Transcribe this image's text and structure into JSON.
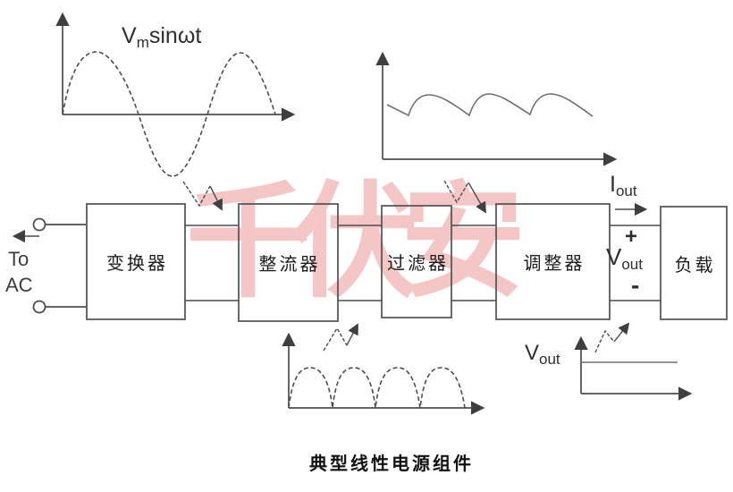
{
  "caption": "典型线性电源组件",
  "watermark": {
    "text": "千伏安",
    "color": "#f4c6c6"
  },
  "ac_source": {
    "line1": "To",
    "line2": "AC"
  },
  "blocks": [
    {
      "label": "变换器"
    },
    {
      "label": "整流器"
    },
    {
      "label": "过滤器"
    },
    {
      "label": "调整器"
    },
    {
      "label": "负载"
    }
  ],
  "waveform_labels": {
    "input_sine": {
      "base": "V",
      "sub": "m",
      "rest": "sinωt"
    },
    "output_voltage_graph": {
      "base": "V",
      "sub": "out"
    }
  },
  "output_terminals": {
    "current": {
      "base": "I",
      "sub": "out"
    },
    "voltage": {
      "base": "V",
      "sub": "out"
    },
    "plus": "+",
    "minus": "-"
  },
  "colors": {
    "line": "#4d4d50",
    "box_border": "#595959",
    "text": "#262626",
    "watermark": "#f4c6c6"
  }
}
